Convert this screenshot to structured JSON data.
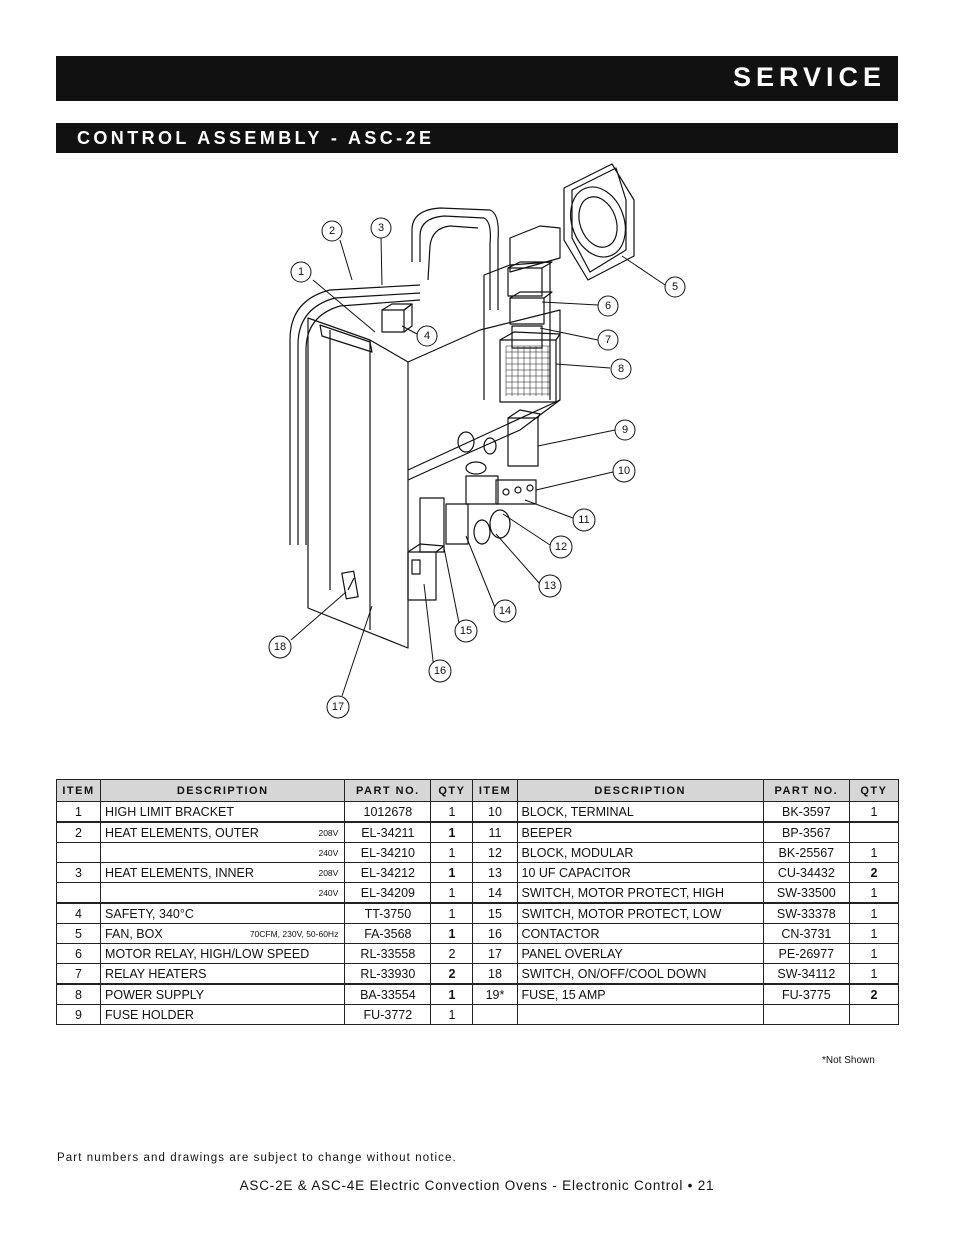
{
  "header": {
    "section": "SERVICE",
    "subsection": "CONTROL ASSEMBLY - ASC-2E"
  },
  "diagram": {
    "callouts": [
      "1",
      "2",
      "3",
      "4",
      "5",
      "6",
      "7",
      "8",
      "9",
      "10",
      "11",
      "12",
      "13",
      "14",
      "15",
      "16",
      "17",
      "18"
    ]
  },
  "table": {
    "headers": [
      "ITEM",
      "DESCRIPTION",
      "PART NO.",
      "QTY",
      "ITEM",
      "DESCRIPTION",
      "PART NO.",
      "QTY"
    ],
    "rows": [
      {
        "l": {
          "item": "1",
          "desc": "HIGH LIMIT BRACKET",
          "note": "",
          "part": "1012678",
          "qty": "1"
        },
        "r": {
          "item": "10",
          "desc": "BLOCK, TERMINAL",
          "part": "BK-3597",
          "qty": "1"
        }
      },
      {
        "l": {
          "item": "2",
          "desc": "HEAT ELEMENTS, OUTER",
          "note": "208V",
          "part": "EL-34211",
          "qty": "1"
        },
        "r": {
          "item": "11",
          "desc": "BEEPER",
          "part": "BP-3567",
          "qty": ""
        }
      },
      {
        "l": {
          "item": "",
          "desc": "",
          "note": "240V",
          "part": "EL-34210",
          "qty": "1"
        },
        "r": {
          "item": "12",
          "desc": "BLOCK, MODULAR",
          "part": "BK-25567",
          "qty": "1"
        }
      },
      {
        "l": {
          "item": "3",
          "desc": "HEAT ELEMENTS, INNER",
          "note": "208V",
          "part": "EL-34212",
          "qty": "1"
        },
        "r": {
          "item": "13",
          "desc": "10 UF CAPACITOR",
          "part": "CU-34432",
          "qty": "2"
        }
      },
      {
        "l": {
          "item": "",
          "desc": "",
          "note": "240V",
          "part": "EL-34209",
          "qty": "1"
        },
        "r": {
          "item": "14",
          "desc": "SWITCH, MOTOR PROTECT, HIGH",
          "part": "SW-33500",
          "qty": "1"
        }
      },
      {
        "l": {
          "item": "4",
          "desc": "SAFETY, 340°C",
          "note": "",
          "part": "TT-3750",
          "qty": "1"
        },
        "r": {
          "item": "15",
          "desc": "SWITCH, MOTOR PROTECT, LOW",
          "part": "SW-33378",
          "qty": "1"
        }
      },
      {
        "l": {
          "item": "5",
          "desc": "FAN, BOX",
          "note": "70CFM, 230V, 50-60Hz",
          "part": "FA-3568",
          "qty": "1"
        },
        "r": {
          "item": "16",
          "desc": "CONTACTOR",
          "part": "CN-3731",
          "qty": "1"
        }
      },
      {
        "l": {
          "item": "6",
          "desc": "MOTOR RELAY, HIGH/LOW SPEED",
          "note": "",
          "part": "RL-33558",
          "qty": "2"
        },
        "r": {
          "item": "17",
          "desc": "PANEL OVERLAY",
          "part": "PE-26977",
          "qty": "1"
        }
      },
      {
        "l": {
          "item": "7",
          "desc": "RELAY HEATERS",
          "note": "",
          "part": "RL-33930",
          "qty": "2"
        },
        "r": {
          "item": "18",
          "desc": "SWITCH, ON/OFF/COOL DOWN",
          "part": "SW-34112",
          "qty": "1"
        }
      },
      {
        "l": {
          "item": "8",
          "desc": "POWER SUPPLY",
          "note": "",
          "part": "BA-33554",
          "qty": "1"
        },
        "r": {
          "item": "19*",
          "desc": "FUSE, 15 AMP",
          "part": "FU-3775",
          "qty": "2"
        }
      },
      {
        "l": {
          "item": "9",
          "desc": "FUSE HOLDER",
          "note": "",
          "part": "FU-3772",
          "qty": "1"
        },
        "r": {
          "item": "",
          "desc": "",
          "part": "",
          "qty": ""
        }
      }
    ]
  },
  "footnote": "*Not Shown",
  "disclaimer": "Part numbers and drawings are subject to change without notice.",
  "footer": "ASC-2E & ASC-4E Electric Convection Ovens - Electronic Control • 21"
}
